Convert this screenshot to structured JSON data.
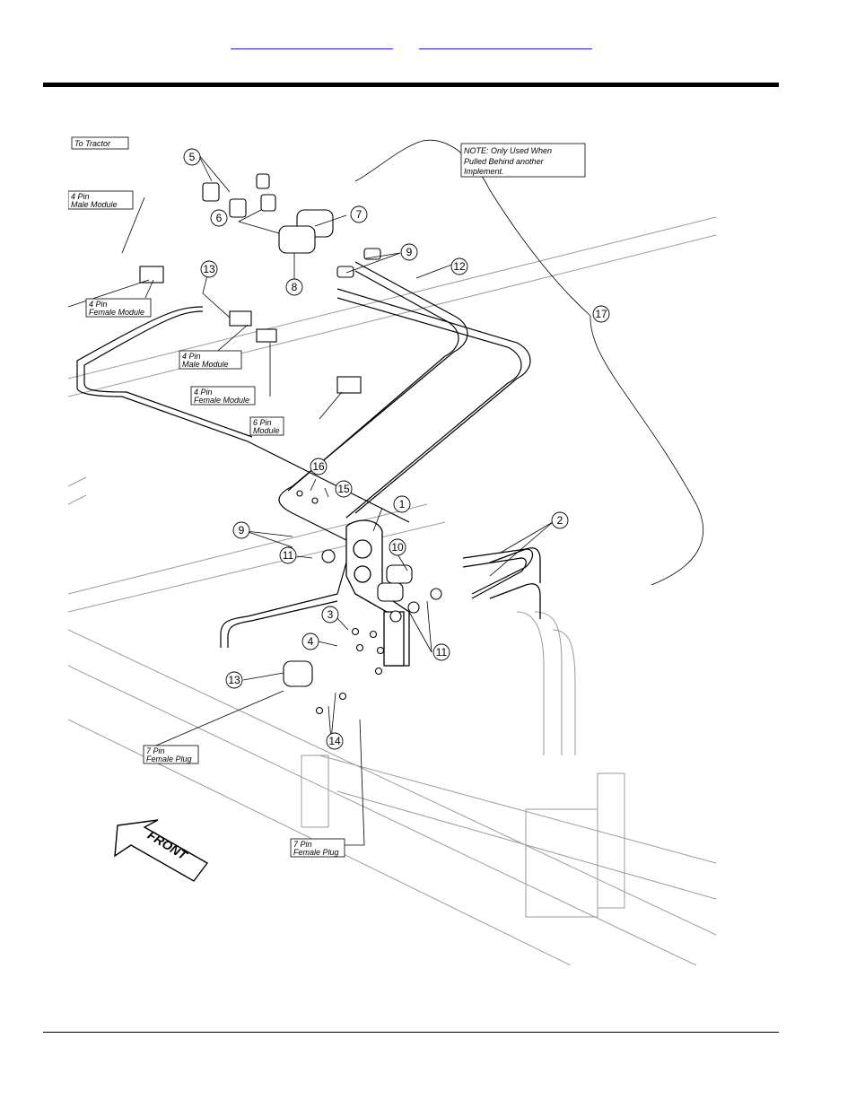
{
  "header": {
    "links": [
      "",
      ""
    ]
  },
  "diagram": {
    "callouts": [
      "1",
      "2",
      "3",
      "4",
      "5",
      "6",
      "7",
      "8",
      "9",
      "9",
      "10",
      "11",
      "11",
      "12",
      "13",
      "13",
      "14",
      "15",
      "16",
      "17"
    ],
    "labels": {
      "to_tractor": "To Tractor",
      "note_line1": "NOTE: Only Used When",
      "note_line2": "Pulled Behind another",
      "note_line3": "Implement.",
      "male_4pin_a_l1": "4 Pin",
      "male_4pin_a_l2": "Male Module",
      "female_4pin_a_l1": "4 Pin",
      "female_4pin_a_l2": "Female Module",
      "male_4pin_b_l1": "4 Pin",
      "male_4pin_b_l2": "Male Module",
      "female_4pin_b_l1": "4 Pin",
      "female_4pin_b_l2": "Female Module",
      "pin6_l1": "6 Pin",
      "pin6_l2": "Module",
      "plug7_a_l1": "7 Pin",
      "plug7_a_l2": "Female Plug",
      "plug7_b_l1": "7 Pin",
      "plug7_b_l2": "Female Plug",
      "front": "FRONT"
    }
  }
}
